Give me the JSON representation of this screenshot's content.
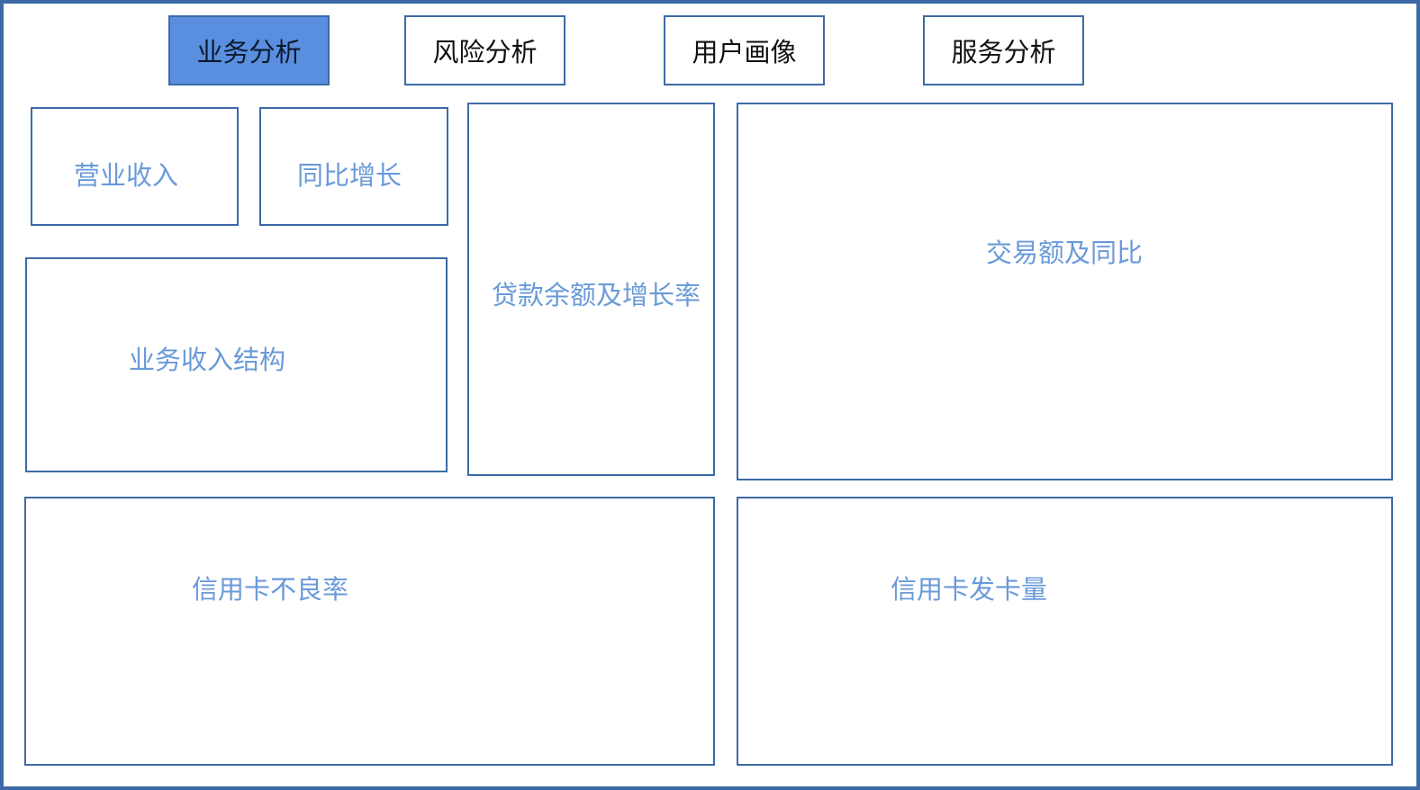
{
  "tabs": [
    {
      "label": "业务分析",
      "active": true
    },
    {
      "label": "风险分析",
      "active": false
    },
    {
      "label": "用户画像",
      "active": false
    },
    {
      "label": "服务分析",
      "active": false
    }
  ],
  "panels": {
    "revenue": "营业收入",
    "yoy_growth": "同比增长",
    "revenue_structure": "业务收入结构",
    "loan_balance": "贷款余额及增长率",
    "transaction_volume": "交易额及同比",
    "credit_card_npl": "信用卡不良率",
    "credit_card_issuance": "信用卡发卡量"
  },
  "colors": {
    "border": "#3d6aa6",
    "active_tab": "#5a8fdf",
    "panel_label": "#6a9ad9"
  }
}
